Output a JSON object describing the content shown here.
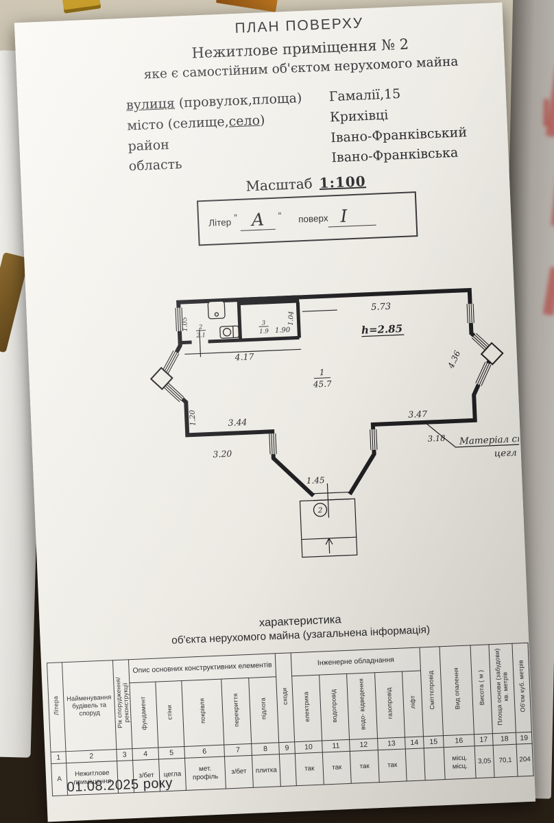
{
  "colors": {
    "paper": "#f5f3ec",
    "ink": "#2c2b2e",
    "background_tan": "#c6bead",
    "background_dark": "#281f15",
    "underlay_gray": "#aca7a2",
    "red_marks": "#ad2c26",
    "pen_brown": "#7d5c26",
    "yellow_object": "#c79d2c",
    "orange_stick": "#b8741f"
  },
  "header": {
    "title": "ПЛАН ПОВЕРХУ",
    "subtitle1": "Нежитлове приміщення № 2",
    "subtitle2": "яке є самостійним об'єктом нерухомого майна"
  },
  "address": {
    "rows": [
      {
        "pre": "",
        "underlined": "вулиця",
        "post": " (провулок,площа)",
        "value": "Гамалії,15"
      },
      {
        "pre": "місто (селище,",
        "underlined": "село",
        "post": ")",
        "value": "Крихівці"
      },
      {
        "pre": "район",
        "underlined": "",
        "post": "",
        "value": "Івано-Франківський"
      },
      {
        "pre": "область",
        "underlined": "",
        "post": "",
        "value": "Івано-Франківська"
      }
    ]
  },
  "scale": {
    "label": "Масштаб",
    "value": "1:100"
  },
  "liter": {
    "label": "Літер",
    "open_quote": "\"",
    "value": "А",
    "close_quote": "\"",
    "floor_label": "поверх",
    "floor_value": "I"
  },
  "plan": {
    "room1_num": "1",
    "room1_area": "45.7",
    "room2_num": "2",
    "room2_area": "2.1",
    "room3_num": "3",
    "room3_area": "1.9",
    "height_note": "h=2.85",
    "dim_top": "5.73",
    "dim_right_diag": "4.36",
    "dim_room2_left": "1.05",
    "dim_room3_right": "1.04",
    "dim_room3_width": "1.90",
    "dim_rooms_width": "4.17",
    "dim_left_vert": "1.20",
    "dim_left_inner": "3.44",
    "dim_left_outer": "3.20",
    "dim_right_inner": "3.47",
    "dim_right_outer": "3.18",
    "dim_entrance": "1.45",
    "entrance_num": "2",
    "material_note_line1": "Матеріал ст",
    "material_note_line2": "цегл"
  },
  "characteristics": {
    "caption1": "характеристика",
    "caption2": "об'єкта нерухомого майна (узагальнена інформація)",
    "group_constructive": "Опис основних конструктивних елементів",
    "group_engineering": "Інженерне обладнання",
    "columns": [
      {
        "num": "1",
        "label": "Літера",
        "value": "А"
      },
      {
        "num": "2",
        "label": "Найменування будівель та споруд",
        "value": "Нежитлове приміщення"
      },
      {
        "num": "3",
        "label": "Рік спорудження/ реконструкції",
        "value": ""
      },
      {
        "num": "4",
        "label": "фундамент",
        "value": "з/бет"
      },
      {
        "num": "5",
        "label": "стіни",
        "value": "цегла"
      },
      {
        "num": "6",
        "label": "покрівля",
        "value": "мет. профіль"
      },
      {
        "num": "7",
        "label": "перекриття",
        "value": "з/бет"
      },
      {
        "num": "8",
        "label": "підлога",
        "value": "плитка"
      },
      {
        "num": "9",
        "label": "сходи",
        "value": ""
      },
      {
        "num": "10",
        "label": "електрика",
        "value": "так"
      },
      {
        "num": "11",
        "label": "водопровід",
        "value": "так"
      },
      {
        "num": "12",
        "label": "водо- відведення",
        "value": "так"
      },
      {
        "num": "13",
        "label": "газопровід",
        "value": "так"
      },
      {
        "num": "14",
        "label": "ліфт",
        "value": ""
      },
      {
        "num": "15",
        "label": "Сміттєпровід",
        "value": ""
      },
      {
        "num": "16",
        "label": "Вид опалення",
        "value": "місц. місц."
      },
      {
        "num": "17",
        "label": "Висота ( м )",
        "value": "3,05"
      },
      {
        "num": "18",
        "label": "Площа основи (забудови) кв. метрів",
        "value": "70,1"
      },
      {
        "num": "19",
        "label": "Об'єм куб. метрів",
        "value": "204"
      }
    ]
  },
  "date": "01.08.2025 року"
}
